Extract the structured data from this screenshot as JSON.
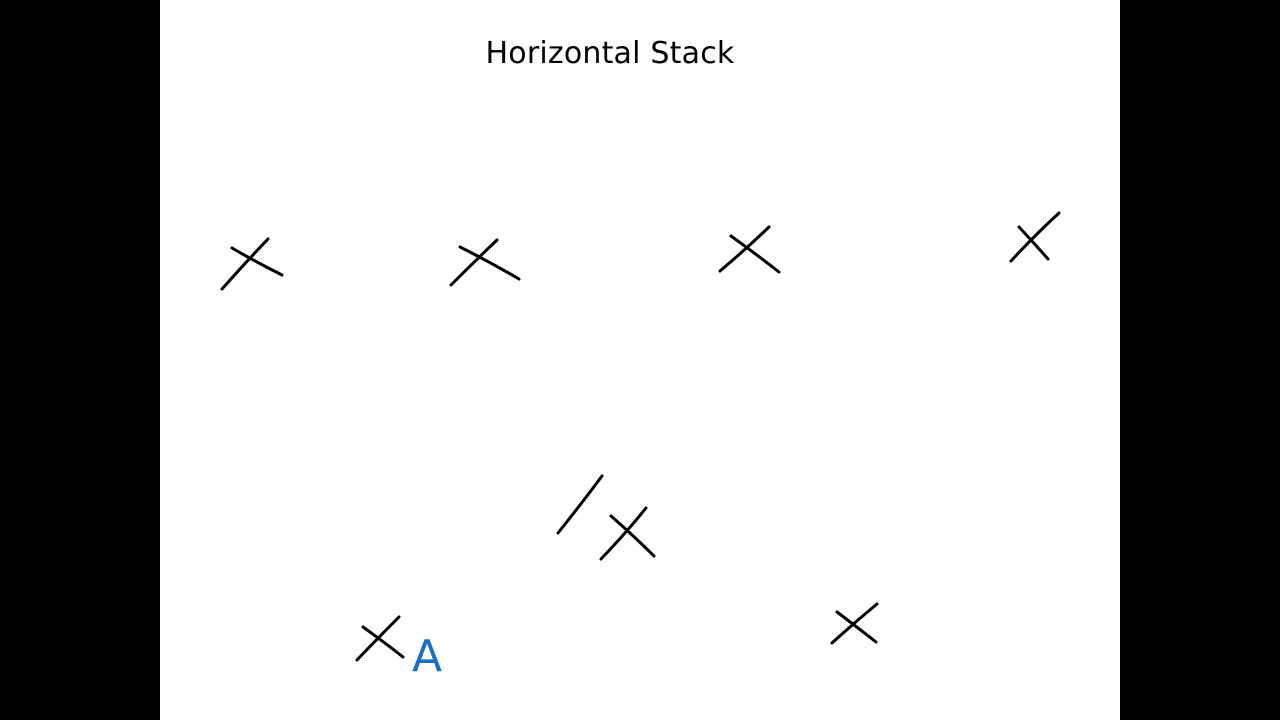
{
  "slide": {
    "title": "Horizontal Stack"
  },
  "annotations": {
    "marker_label": "A"
  },
  "colors": {
    "background": "#ffffff",
    "letterbox": "#000000",
    "ink": "#000000",
    "annotation_ink": "#1a6fc4"
  },
  "marks": [
    "x-mark",
    "x-mark",
    "x-mark",
    "x-mark",
    "slash-mark",
    "x-mark",
    "x-mark",
    "x-mark"
  ]
}
